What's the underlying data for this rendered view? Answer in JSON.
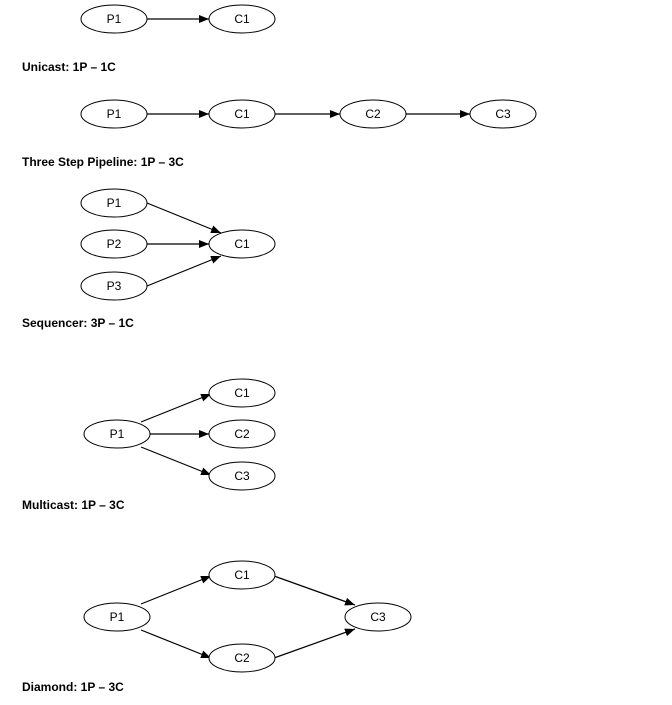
{
  "diagrams": [
    {
      "caption": "Unicast: 1P – 1C",
      "nodes": [
        {
          "id": "p1",
          "label": "P1"
        },
        {
          "id": "c1",
          "label": "C1"
        }
      ],
      "edges": [
        [
          "p1",
          "c1"
        ]
      ]
    },
    {
      "caption": "Three Step Pipeline: 1P – 3C",
      "nodes": [
        {
          "id": "p1",
          "label": "P1"
        },
        {
          "id": "c1",
          "label": "C1"
        },
        {
          "id": "c2",
          "label": "C2"
        },
        {
          "id": "c3",
          "label": "C3"
        }
      ],
      "edges": [
        [
          "p1",
          "c1"
        ],
        [
          "c1",
          "c2"
        ],
        [
          "c2",
          "c3"
        ]
      ]
    },
    {
      "caption": "Sequencer: 3P – 1C",
      "nodes": [
        {
          "id": "p1",
          "label": "P1"
        },
        {
          "id": "p2",
          "label": "P2"
        },
        {
          "id": "p3",
          "label": "P3"
        },
        {
          "id": "c1",
          "label": "C1"
        }
      ],
      "edges": [
        [
          "p1",
          "c1"
        ],
        [
          "p2",
          "c1"
        ],
        [
          "p3",
          "c1"
        ]
      ]
    },
    {
      "caption": "Multicast: 1P – 3C",
      "nodes": [
        {
          "id": "p1",
          "label": "P1"
        },
        {
          "id": "c1",
          "label": "C1"
        },
        {
          "id": "c2",
          "label": "C2"
        },
        {
          "id": "c3",
          "label": "C3"
        }
      ],
      "edges": [
        [
          "p1",
          "c1"
        ],
        [
          "p1",
          "c2"
        ],
        [
          "p1",
          "c3"
        ]
      ]
    },
    {
      "caption": "Diamond: 1P – 3C",
      "nodes": [
        {
          "id": "p1",
          "label": "P1"
        },
        {
          "id": "c1",
          "label": "C1"
        },
        {
          "id": "c2",
          "label": "C2"
        },
        {
          "id": "c3",
          "label": "C3"
        }
      ],
      "edges": [
        [
          "p1",
          "c1"
        ],
        [
          "p1",
          "c2"
        ],
        [
          "c1",
          "c3"
        ],
        [
          "c2",
          "c3"
        ]
      ]
    }
  ]
}
